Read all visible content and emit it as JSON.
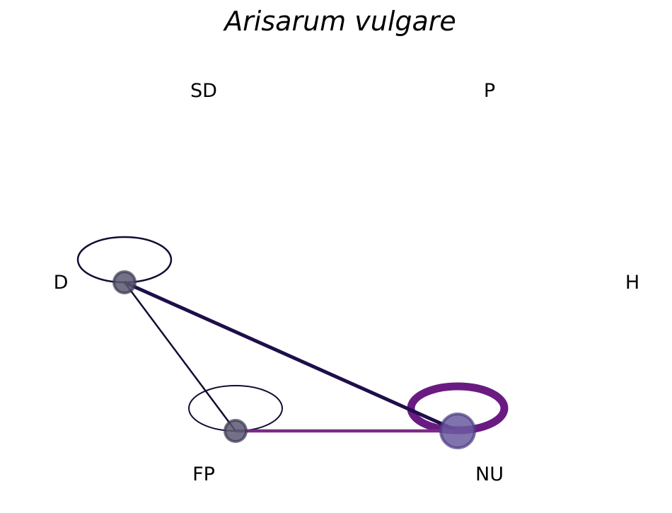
{
  "title": "Arisarum vulgare",
  "colors": {
    "dark": "#1e0f4a",
    "line_dark": "#140b33",
    "purple": "#6a1b82",
    "purple_mid": "#7b2a86",
    "node_fill_dark": "#5a5872",
    "node_fill_purple": "#6b5aa0"
  },
  "nodes": [
    {
      "id": "SD",
      "label": "SD",
      "active": false
    },
    {
      "id": "P",
      "label": "P",
      "active": false
    },
    {
      "id": "D",
      "label": "D",
      "active": true,
      "size": "medium",
      "color": "node_fill_dark"
    },
    {
      "id": "H",
      "label": "H",
      "active": false
    },
    {
      "id": "FP",
      "label": "FP",
      "active": true,
      "size": "small",
      "color": "node_fill_dark"
    },
    {
      "id": "NU",
      "label": "NU",
      "active": true,
      "size": "large",
      "color": "node_fill_purple"
    }
  ],
  "edges": [
    {
      "from": "D",
      "to": "NU",
      "weight": "medium",
      "color": "dark"
    },
    {
      "from": "D",
      "to": "FP",
      "weight": "thin",
      "color": "line_dark"
    },
    {
      "from": "FP",
      "to": "NU",
      "weight": "medium",
      "color": "purple_mid"
    }
  ],
  "self_loops": [
    {
      "node": "D",
      "weight": "thin",
      "color": "line_dark"
    },
    {
      "node": "FP",
      "weight": "thin",
      "color": "line_dark"
    },
    {
      "node": "NU",
      "weight": "heavy",
      "color": "purple"
    }
  ]
}
